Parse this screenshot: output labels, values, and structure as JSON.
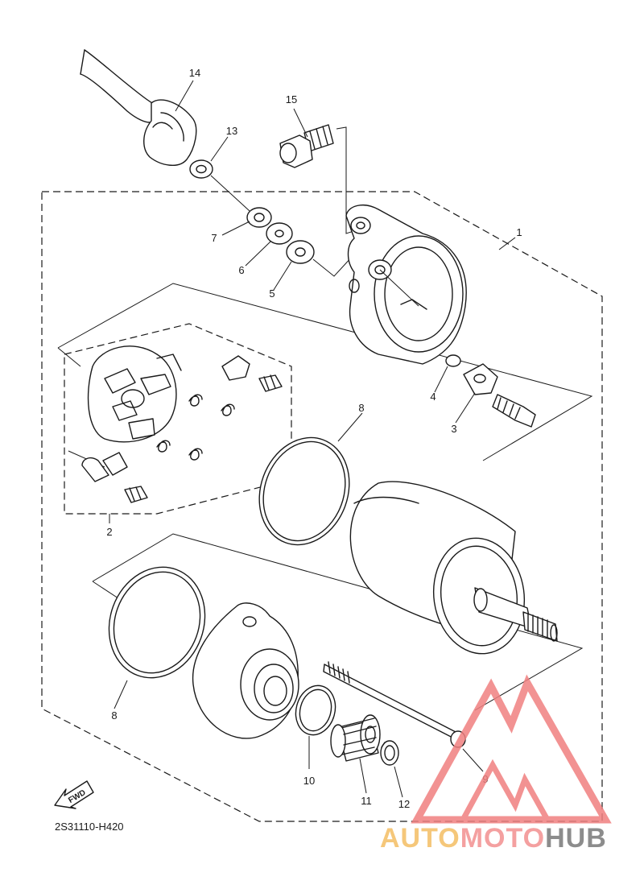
{
  "diagram": {
    "code": "2S31110-H420",
    "fwd_label": "FWD",
    "callouts": [
      "1",
      "2",
      "3",
      "4",
      "5",
      "6",
      "7",
      "8",
      "8",
      "9",
      "10",
      "11",
      "12",
      "13",
      "14",
      "15"
    ]
  },
  "watermark": {
    "part_a": "AUTO",
    "part_b": "MOTO",
    "part_c": "HUB",
    "colors": {
      "auto": "#f5c77a",
      "moto": "#f4a0a0",
      "hub": "#8c8c8c",
      "logo": "#f08080"
    }
  }
}
